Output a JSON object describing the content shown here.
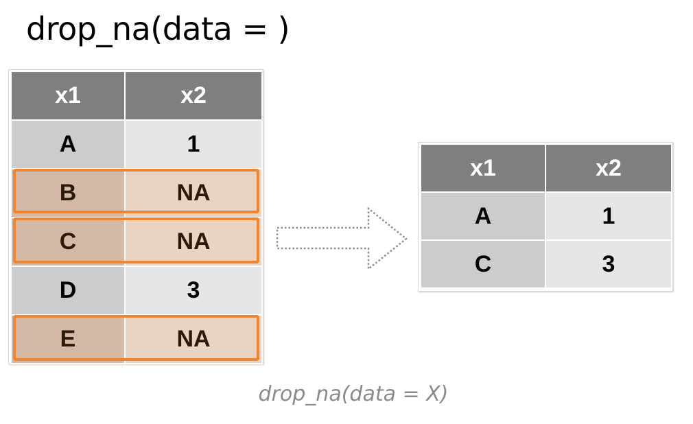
{
  "title": "drop_na(data = )",
  "caption": "drop_na(data = X)",
  "input_table": {
    "headers": [
      "x1",
      "x2"
    ],
    "rows": [
      {
        "x1": "A",
        "x2": "1",
        "dropped": false
      },
      {
        "x1": "B",
        "x2": "NA",
        "dropped": true
      },
      {
        "x1": "C",
        "x2": "NA",
        "dropped": true
      },
      {
        "x1": "D",
        "x2": "3",
        "dropped": false
      },
      {
        "x1": "E",
        "x2": "NA",
        "dropped": true
      }
    ]
  },
  "output_table": {
    "headers": [
      "x1",
      "x2"
    ],
    "rows": [
      {
        "x1": "A",
        "x2": "1"
      },
      {
        "x1": "C",
        "x2": "3"
      }
    ]
  },
  "colors": {
    "header_bg": "#7f7f7f",
    "col1_bg": "#cccccc",
    "col2_bg": "#e6e6e6",
    "highlight_border": "#ed8532",
    "highlight_col1_bg": "#d3b9a6",
    "highlight_col2_bg": "#ead3c1"
  },
  "icons": {
    "arrow": "dotted-right-arrow-icon"
  }
}
